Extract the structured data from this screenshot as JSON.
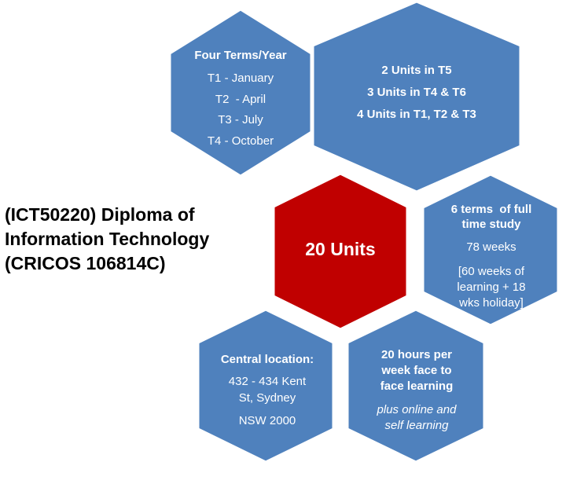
{
  "title": {
    "lines": [
      "(ICT50220) Diploma of",
      "Information Technology",
      "(CRICOS 106814C)"
    ]
  },
  "colors": {
    "blue_hex": "#4f81bd",
    "red_hex": "#c00000",
    "border": "#ffffff",
    "title_text": "#000000",
    "hex_text": "#ffffff"
  },
  "hexagons": {
    "terms": {
      "heading": "Four Terms/Year",
      "items": [
        "T1 - January",
        "T2  - April",
        "T3 - July",
        "T4 - October"
      ]
    },
    "units_per_term": {
      "lines": [
        "2 Units in T5",
        "3 Units in T4 & T6",
        "4 Units in T1, T2 & T3"
      ]
    },
    "center": {
      "label": "20 Units"
    },
    "duration": {
      "heading_lines": [
        "6 terms  of full",
        "time study"
      ],
      "weeks": "78 weeks",
      "note_lines": [
        "[60 weeks of",
        "learning + 18",
        "wks holiday]"
      ]
    },
    "location": {
      "heading": "Central location:",
      "address_lines": [
        "432 - 434 Kent",
        "St, Sydney"
      ],
      "postcode": "NSW 2000"
    },
    "hours": {
      "heading_lines": [
        "20 hours per",
        "week face to",
        "face learning"
      ],
      "sub_lines": [
        "plus online and",
        "self learning"
      ]
    }
  }
}
